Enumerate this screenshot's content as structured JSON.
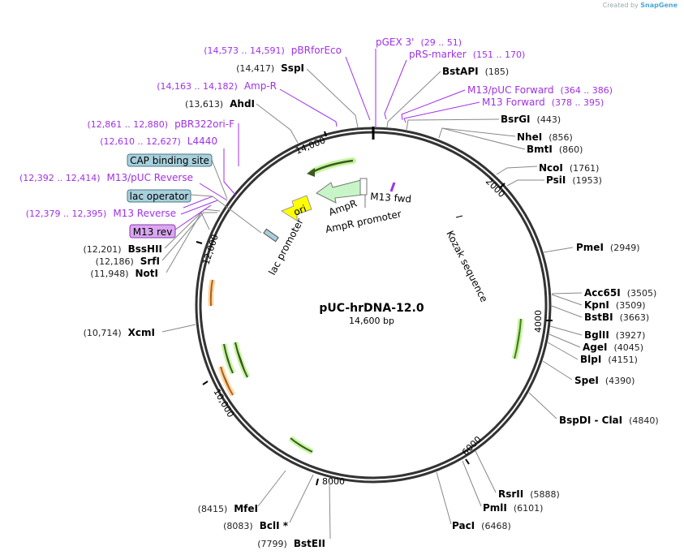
{
  "logo": {
    "prefix": "Created by",
    "brand": "SnapGene"
  },
  "plasmid": {
    "name": "pUC-hrDNA-12.0",
    "length": "14,600 bp"
  },
  "ticks": [
    "2000",
    "4000",
    "6000",
    "8000",
    "10,000",
    "12,000",
    "14,000"
  ],
  "enzymes": [
    {
      "name": "BstAPI",
      "pos": "(185)"
    },
    {
      "name": "BsrGI",
      "pos": "(443)"
    },
    {
      "name": "NheI",
      "pos": "(856)"
    },
    {
      "name": "BmtI",
      "pos": "(860)"
    },
    {
      "name": "NcoI",
      "pos": "(1761)"
    },
    {
      "name": "PsiI",
      "pos": "(1953)"
    },
    {
      "name": "PmeI",
      "pos": "(2949)"
    },
    {
      "name": "Acc65I",
      "pos": "(3505)"
    },
    {
      "name": "KpnI",
      "pos": "(3509)"
    },
    {
      "name": "BstBI",
      "pos": "(3663)"
    },
    {
      "name": "BglII",
      "pos": "(3927)"
    },
    {
      "name": "AgeI",
      "pos": "(4045)"
    },
    {
      "name": "BlpI",
      "pos": "(4151)"
    },
    {
      "name": "SpeI",
      "pos": "(4390)"
    },
    {
      "name": "BspDI - ClaI",
      "pos": "(4840)"
    },
    {
      "name": "RsrII",
      "pos": "(5888)"
    },
    {
      "name": "PmlI",
      "pos": "(6101)"
    },
    {
      "name": "PacI",
      "pos": "(6468)"
    },
    {
      "name": "BstEII",
      "pos": "(7799)"
    },
    {
      "name": "BclI *",
      "pos": "(8083)"
    },
    {
      "name": "MfeI",
      "pos": "(8415)"
    },
    {
      "name": "XcmI",
      "pos": "(10,714)"
    },
    {
      "name": "NotI",
      "pos": "(11,948)"
    },
    {
      "name": "SrfI",
      "pos": "(12,186)"
    },
    {
      "name": "BssHII",
      "pos": "(12,201)"
    },
    {
      "name": "AhdI",
      "pos": "(13,613)"
    },
    {
      "name": "SspI",
      "pos": "(14,417)"
    }
  ],
  "primers": [
    {
      "name": "pGEX 3'",
      "range": "(29 .. 51)"
    },
    {
      "name": "pRS-marker",
      "range": "(151 .. 170)"
    },
    {
      "name": "M13/pUC Forward",
      "range": "(364 .. 386)"
    },
    {
      "name": "M13 Forward",
      "range": "(378 .. 395)"
    },
    {
      "name": "M13 Reverse",
      "range": "(12,379 .. 12,395)"
    },
    {
      "name": "M13/pUC Reverse",
      "range": "(12,392 .. 12,414)"
    },
    {
      "name": "L4440",
      "range": "(12,610 .. 12,627)"
    },
    {
      "name": "pBR322ori-F",
      "range": "(12,861 .. 12,880)"
    },
    {
      "name": "Amp-R",
      "range": "(14,163 .. 14,182)"
    },
    {
      "name": "pBRforEco",
      "range": "(14,573 .. 14,591)"
    }
  ],
  "boxed_features": [
    "CAP binding site",
    "lac operator",
    "M13 rev"
  ],
  "features": {
    "ori": "ori",
    "ampr": "AmpR",
    "ampr_promoter": "AmpR promoter",
    "m13_fwd": "M13 fwd",
    "lac_promoter": "lac promoter",
    "kozak": "Kozak sequence"
  },
  "colors": {
    "primer": "#a030e8",
    "box_blue": "#a8d0dc",
    "box_purple": "#d9a8f0",
    "ori": "#ffff00",
    "feature_green": "#b8f0b0"
  }
}
